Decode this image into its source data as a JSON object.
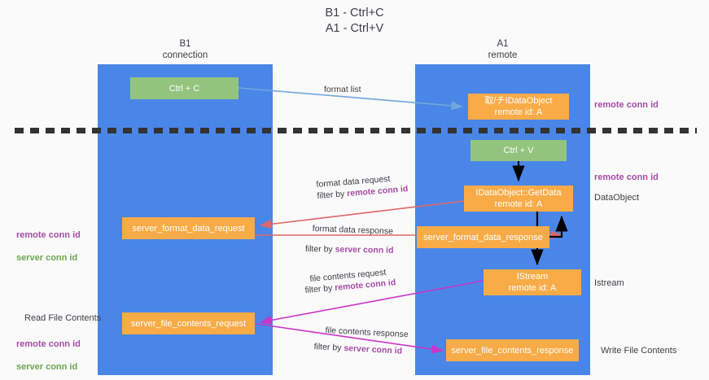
{
  "title": "B1 - Ctrl+C\nA1 - Ctrl+V",
  "lanes": [
    {
      "id": "b1",
      "header": "B1\nconnection",
      "color": "#4a86e8"
    },
    {
      "id": "a1",
      "header": "A1\nremote",
      "color": "#4a86e8"
    }
  ],
  "colors": {
    "lane": "#4a86e8",
    "green_node": "#93c47d",
    "orange_node": "#f9ab48",
    "purple_text": "#a64ca6",
    "green_text": "#6aa84f",
    "blue_arrow": "#6fa8dc",
    "red_arrow": "#e06666",
    "magenta_arrow": "#c936c9",
    "black_arrow": "#000000",
    "divider": "#333333",
    "background": "#fafafa",
    "text": "#3c4043"
  },
  "nodes": {
    "ctrl_c": {
      "line1": "Ctrl + C",
      "line2": "",
      "fill": "green"
    },
    "idataobject": {
      "line1": "取/チIDataObject",
      "line2": "remote id: A",
      "fill": "orange"
    },
    "ctrl_v": {
      "line1": "Ctrl + V",
      "line2": "",
      "fill": "green"
    },
    "getdata": {
      "line1": "IDataObject::GetData",
      "line2": "remote id: A",
      "fill": "orange"
    },
    "server_format_data_request": {
      "line1": "server_format_data_request",
      "line2": "",
      "fill": "orange"
    },
    "server_format_data_response": {
      "line1": "server_format_data_response",
      "line2": "",
      "fill": "orange"
    },
    "istream": {
      "line1": "IStream",
      "line2": "remote id: A",
      "fill": "orange"
    },
    "server_file_contents_request": {
      "line1": "server_file_contents_request",
      "line2": "",
      "fill": "orange"
    },
    "server_file_contents_response": {
      "line1": "server_file_contents_response",
      "line2": "",
      "fill": "orange"
    }
  },
  "edge_labels": {
    "format_list": "format list",
    "format_data_request": "format data request",
    "format_data_request_filter_prefix": "filter by ",
    "format_data_request_filter_key": "remote conn id",
    "format_data_response": "format data response",
    "format_data_response_filter_prefix": "filter by ",
    "format_data_response_filter_key": "server conn id",
    "file_contents_request": "file contents request",
    "file_contents_request_filter_prefix": "filter by ",
    "file_contents_request_filter_key": "remote conn id",
    "file_contents_response": "file contents response",
    "file_contents_response_filter_prefix": "filter by ",
    "file_contents_response_filter_key": "server conn id"
  },
  "annotations": {
    "right_remote_conn_id_top": "remote conn id",
    "right_remote_conn_id_mid": "remote conn id",
    "right_dataobject": "DataObject",
    "right_istream": "Istream",
    "right_write_file_contents": "Write File Contents",
    "left_remote_conn_id": "remote conn id",
    "left_server_conn_id": "server conn id",
    "left_read_file_contents": "Read File Contents",
    "left_remote_conn_id_2": "remote conn id",
    "left_server_conn_id_2": "server conn id"
  }
}
